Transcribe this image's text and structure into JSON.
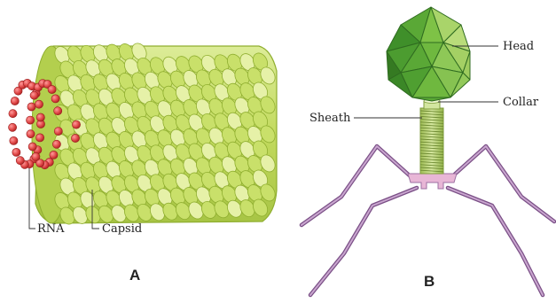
{
  "panel_a": {
    "letter": "A",
    "labels": {
      "rna": "RNA",
      "capsid": "Capsid"
    }
  },
  "panel_b": {
    "letter": "B",
    "labels": {
      "head": "Head",
      "collar": "Collar",
      "sheath": "Sheath"
    }
  },
  "colors": {
    "capsid_fill": "#c9e06a",
    "capsid_dark": "#8fae2f",
    "capsid_light": "#e6f1a8",
    "rna_bead": "#e04848",
    "head_dark": "#3f8f2a",
    "head_mid": "#6fb83f",
    "head_light": "#a9d46a",
    "sheath": "#b9d27a",
    "leg": "#9c6fa2",
    "baseplate": "#e8b6d6"
  }
}
